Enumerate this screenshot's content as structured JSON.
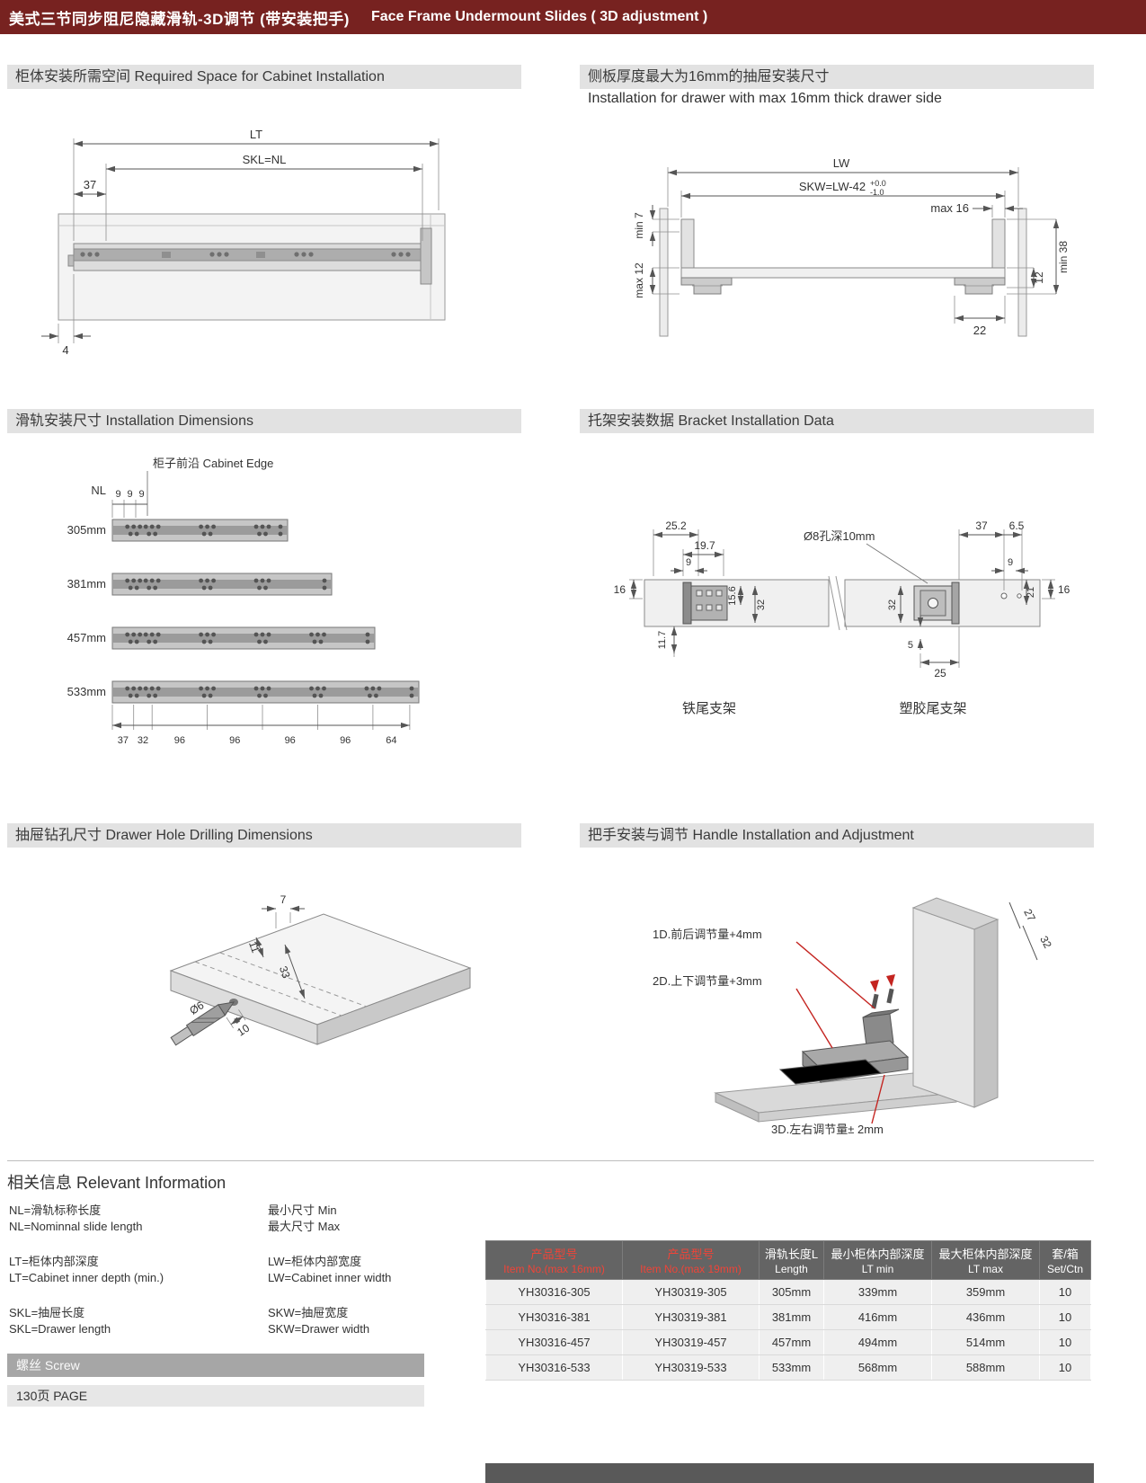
{
  "page": {
    "title_cn": "美式三节同步阻尼隐藏滑轨-3D调节 (带安装把手)",
    "title_en": "Face Frame Undermount Slides ( 3D adjustment )"
  },
  "sec1": {
    "title": "柜体安装所需空间 Required Space for Cabinet Installation",
    "lt": "LT",
    "skl": "SKL=NL",
    "d37": "37",
    "d4": "4"
  },
  "sec2": {
    "title_cn": "侧板厚度最大为16mm的抽屉安装尺寸",
    "title_en": "Installation for drawer with max 16mm thick drawer side",
    "lw": "LW",
    "skw": "SKW=LW-42",
    "tol_top": "+0.0",
    "tol_bot": "-1.0",
    "max16": "max 16",
    "min7": "min 7",
    "max12": "max 12",
    "d12": "12",
    "min38": "min 38",
    "d22": "22"
  },
  "sec3": {
    "title": "滑轨安装尺寸 Installation Dimensions",
    "nl": "NL",
    "cabinet_edge": "柜子前沿 Cabinet Edge",
    "nines": [
      "9",
      "9",
      "9"
    ],
    "rails": [
      "305mm",
      "381mm",
      "457mm",
      "533mm"
    ],
    "bottom_dims": [
      "37",
      "32",
      "96",
      "96",
      "96",
      "96",
      "64"
    ]
  },
  "sec4": {
    "title": "托架安装数据 Bracket Installation Data",
    "d252": "25.2",
    "d197": "19.7",
    "d9l": "9",
    "hole": "Ø8孔深10mm",
    "d37": "37",
    "d65": "6.5",
    "d9r": "9",
    "d16l": "16",
    "d16r": "16",
    "d156": "15.6",
    "d32l": "32",
    "d32r": "32",
    "d21": "21",
    "d117": "11.7",
    "d5": "5",
    "d25": "25",
    "label_left": "铁尾支架",
    "label_right": "塑胶尾支架"
  },
  "sec5": {
    "title": "抽屉钻孔尺寸 Drawer Hole Drilling Dimensions",
    "d7": "7",
    "d11": "11",
    "d33": "33",
    "d10": "10",
    "dia6": "Ø6"
  },
  "sec6": {
    "title": "把手安装与调节 Handle Installation and Adjustment",
    "adj1": "1D.前后调节量+4mm",
    "adj2": "2D.上下调节量+3mm",
    "adj3": "3D.左右调节量± 2mm",
    "d27": "27",
    "d32": "32"
  },
  "info": {
    "title": "相关信息 Relevant Information",
    "legend_left": [
      [
        "NL=滑轨标称长度",
        "NL=Nominnal slide length"
      ],
      [
        "LT=柜体内部深度",
        "LT=Cabinet inner depth (min.)"
      ],
      [
        "SKL=抽屉长度",
        "SKL=Drawer length"
      ]
    ],
    "legend_right": [
      [
        "最小尺寸 Min",
        "最大尺寸 Max"
      ],
      [
        "LW=柜体内部宽度",
        "LW=Cabinet inner width"
      ],
      [
        "SKW=抽屉宽度",
        "SKW=Drawer width"
      ]
    ],
    "screw": "螺丝 Screw",
    "page_label": "130页 PAGE"
  },
  "table": {
    "headers": [
      {
        "cn": "产品型号",
        "en": "Item No.(max 16mm)"
      },
      {
        "cn": "产品型号",
        "en": "Item No.(max 19mm)"
      },
      {
        "cn": "滑轨长度L",
        "en": "Length"
      },
      {
        "cn": "最小柜体内部深度",
        "en": "LT min"
      },
      {
        "cn": "最大柜体内部深度",
        "en": "LT max"
      },
      {
        "cn": "套/箱",
        "en": "Set/Ctn"
      }
    ],
    "rows": [
      [
        "YH30316-305",
        "YH30319-305",
        "305mm",
        "339mm",
        "359mm",
        "10"
      ],
      [
        "YH30316-381",
        "YH30319-381",
        "381mm",
        "416mm",
        "436mm",
        "10"
      ],
      [
        "YH30316-457",
        "YH30319-457",
        "457mm",
        "494mm",
        "514mm",
        "10"
      ],
      [
        "YH30316-533",
        "YH30319-533",
        "533mm",
        "568mm",
        "588mm",
        "10"
      ]
    ]
  },
  "colors": {
    "header_bg": "#772220",
    "accent_red": "#c42420",
    "section_bar": "#e2e2e2",
    "table_header_bg": "#646464",
    "table_red": "#ef4438"
  }
}
